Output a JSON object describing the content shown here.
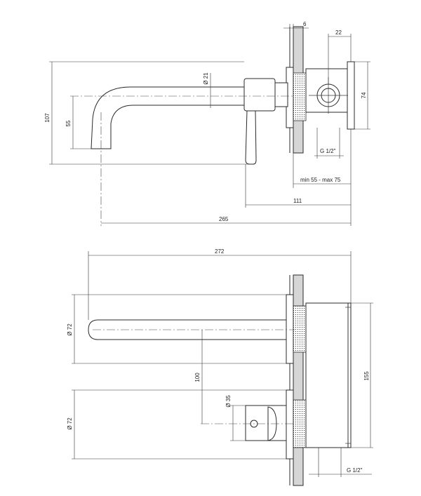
{
  "top_view": {
    "dim_6": "6",
    "dim_22": "22",
    "dim_74": "74",
    "dim_107": "107",
    "dim_55": "55",
    "dim_d21": "Ø 21",
    "dim_g12": "G 1/2\"",
    "dim_minmax": "min 55 - max 75",
    "dim_111": "111",
    "dim_265": "265"
  },
  "bottom_view": {
    "dim_272": "272",
    "dim_d72_upper": "Ø 72",
    "dim_100": "100",
    "dim_d72_lower": "Ø 72",
    "dim_d35": "Ø 35",
    "dim_155": "155",
    "dim_g12": "G 1/2\""
  },
  "colors": {
    "line": "#2a2a2a",
    "wall_fill": "#d6d6d6",
    "background": "#ffffff"
  }
}
